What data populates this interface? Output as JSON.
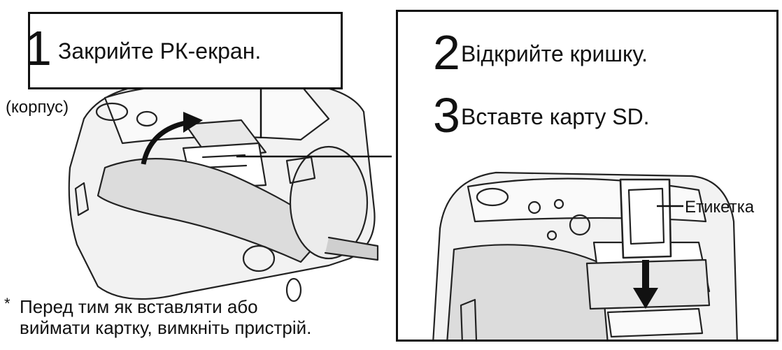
{
  "step1": {
    "number": "1",
    "text": "Закрийте РК-екран."
  },
  "step2": {
    "number": "2",
    "text": "Відкрийте кришку."
  },
  "step3": {
    "number": "3",
    "text": "Вставте карту SD."
  },
  "labels": {
    "body": "(корпус)",
    "label": "Етикетка"
  },
  "note": {
    "mark": "*",
    "line1": "Перед тим як вставляти або",
    "line2": "виймати картку, вимкніть пристрій."
  }
}
